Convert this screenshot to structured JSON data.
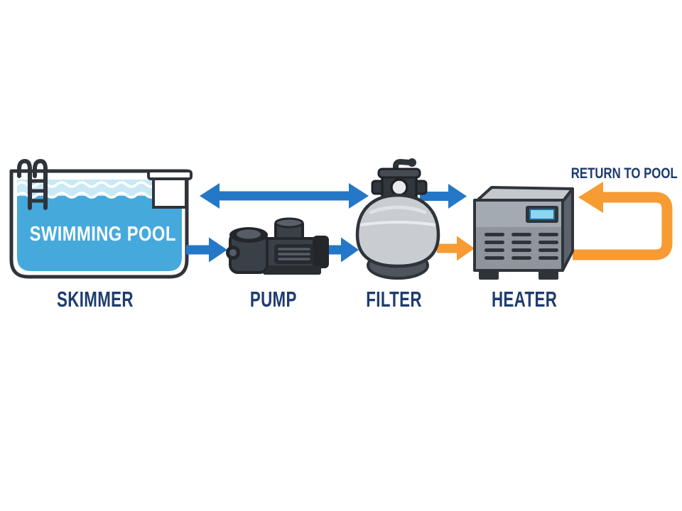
{
  "diagram": {
    "pool": {
      "label": "SWIMMING POOL"
    },
    "components": [
      {
        "id": "skimmer",
        "label": "SKIMMER"
      },
      {
        "id": "pump",
        "label": "PUMP"
      },
      {
        "id": "filter",
        "label": "FILTER"
      },
      {
        "id": "heater",
        "label": "HEATER"
      }
    ],
    "return_label": "RETURN TO POOL",
    "flow_arrows": [
      "pool to pump (blue, bottom)",
      "pump to filter (blue, bottom)",
      "filter to pool double arrow (blue, top)",
      "filter to heater (blue, top)",
      "filter to heater (orange, bottom)",
      "heater return loop to pool (orange)"
    ],
    "colors": {
      "background": "#ffffff",
      "pool_water": "#45a9dc",
      "pool_water_light": "#c9e9f6",
      "arrow_blue": "#2577c8",
      "arrow_orange": "#f79b33",
      "label_navy": "#1d3c6e",
      "outline_dark": "#2f343a",
      "pump_dark_gray": "#3a4047",
      "filter_tank_gray": "#c9cdd2",
      "heater_gray": "#9ba2aa",
      "heater_screen_blue": "#8ed5ef"
    }
  }
}
